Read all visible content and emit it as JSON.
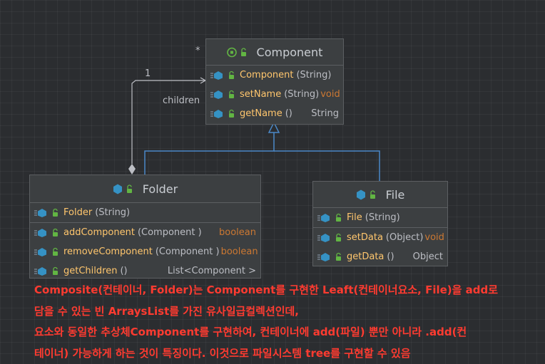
{
  "relations": {
    "multiplicity_star": "*",
    "multiplicity_one": "1",
    "role_children": "children"
  },
  "classes": {
    "component": {
      "name": "Component",
      "members": [
        {
          "name": "Component",
          "params": "(String)",
          "return": ""
        },
        {
          "name": "setName",
          "params": "(String)",
          "return": "void"
        },
        {
          "name": "getName",
          "params": "()",
          "return": "String"
        }
      ]
    },
    "folder": {
      "name": "Folder",
      "constructors": [
        {
          "name": "Folder",
          "params": "(String)",
          "return": ""
        }
      ],
      "methods": [
        {
          "name": "addComponent",
          "params": "(Component )",
          "return": "boolean"
        },
        {
          "name": "removeComponent",
          "params": "(Component )",
          "return": "boolean"
        },
        {
          "name": "getChildren",
          "params": "()",
          "return": "List<Component >"
        }
      ]
    },
    "file": {
      "name": "File",
      "constructors": [
        {
          "name": "File",
          "params": "(String)",
          "return": ""
        }
      ],
      "methods": [
        {
          "name": "setData",
          "params": "(Object)",
          "return": "void"
        },
        {
          "name": "getData",
          "params": "()",
          "return": "Object"
        }
      ]
    }
  },
  "note": {
    "lines": [
      "Composite(컨테이너, Folder)는 Component를 구현한 Leaft(컨테이너요소, File)을 add로",
      "담을 수 있는 빈 ArraysList를 가진 유사일급컬렉션인데,",
      "요소와 동일한 추상체Component를 구현하여,  컨테이너에 add(파일) 뿐만 아니라 .add(컨",
      "테이너) 가능하게 하는 것이 특징이다. 이것으로 파일시스템 tree를 구현할 수 있음"
    ]
  },
  "colors": {
    "background": "#2b2d30",
    "class_box": "#3c3f41",
    "border": "#5c5f62",
    "method_name": "#ffc66d",
    "keyword_type": "#cc7832",
    "inheritance_edge": "#4a88c7",
    "association_edge": "#bcbec4",
    "note_text": "#ff3b30",
    "icon_method": "#3592c4",
    "icon_lock": "#62b543"
  },
  "icons": {
    "interface": "interface-icon",
    "class": "class-icon",
    "method": "method-icon",
    "visibility": "public-lock-icon",
    "arrow": "hollow-triangle-arrow",
    "aggregation": "diamond-icon"
  }
}
